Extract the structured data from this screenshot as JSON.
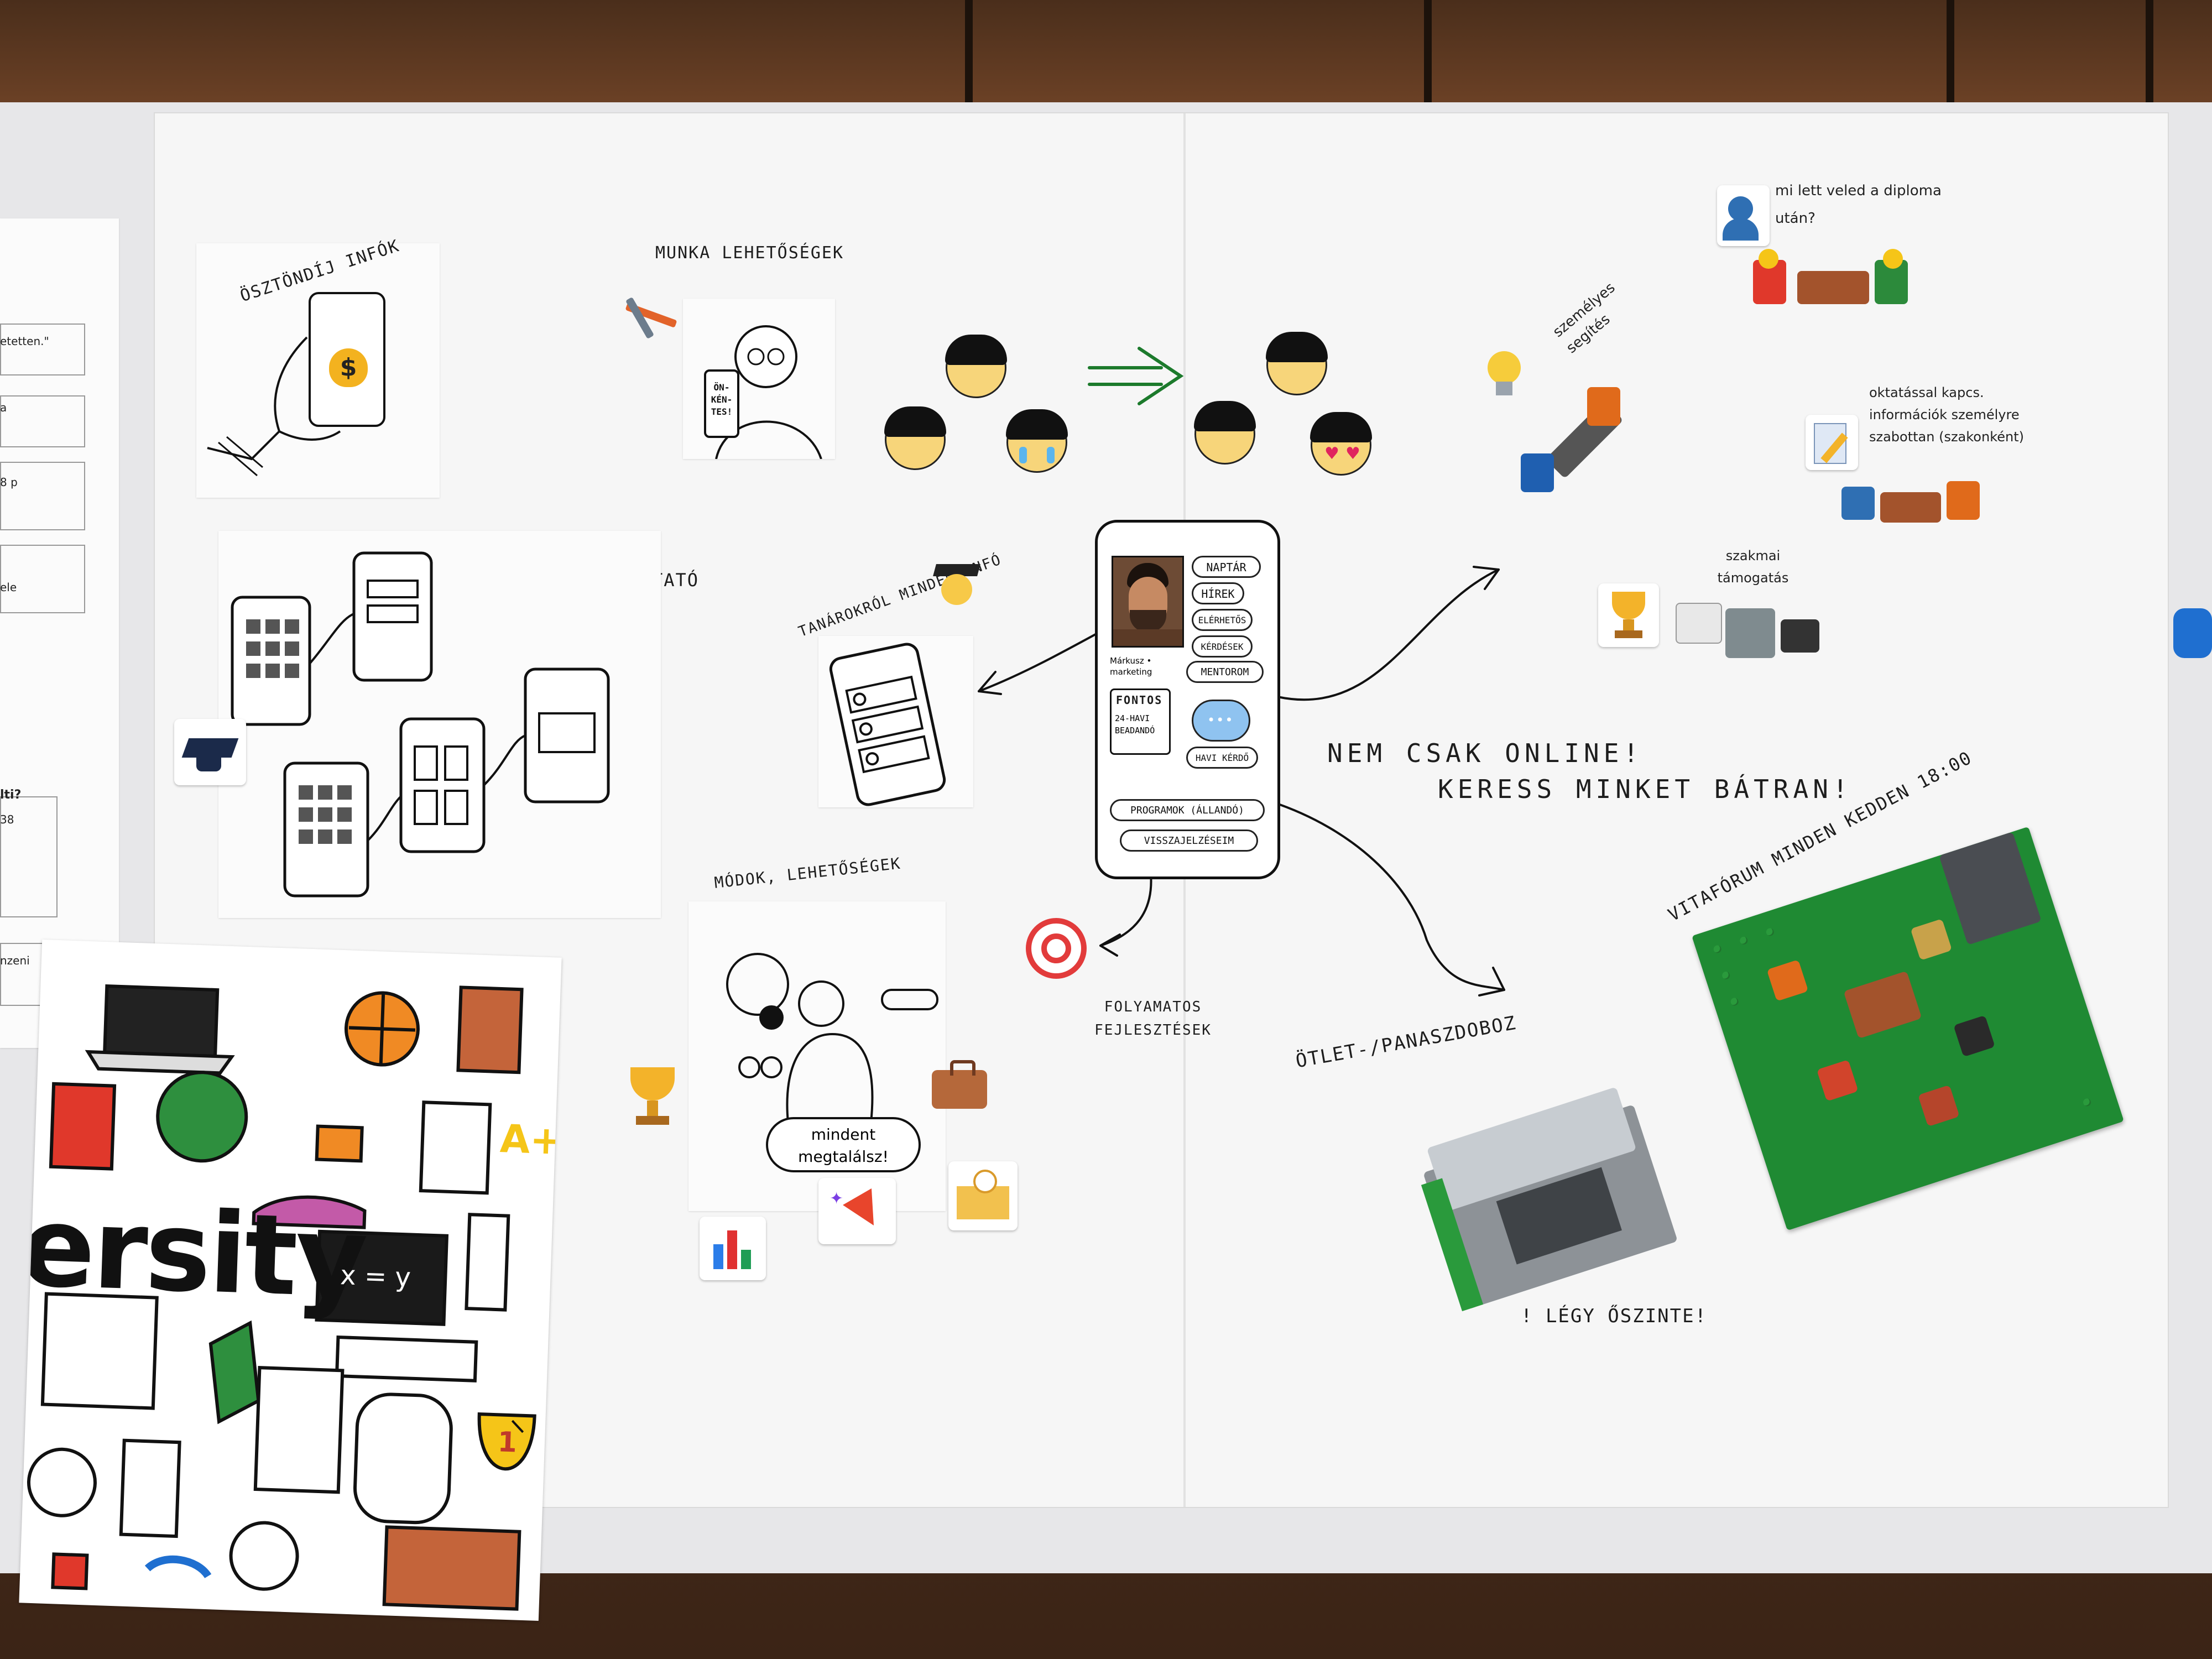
{
  "board": {
    "left_labels": {
      "osztondij": "ÖSZTÖNDÍJ INFÓK",
      "munka": "MUNKA LEHETŐSÉGEK",
      "hasznalati": "HASZNÁLATI ÚTMUTATÓ",
      "tanarokrol": "TANÁROKRÓL MINDEN INFÓ",
      "modok": "MÓDOK, LEHETŐSÉGEK",
      "folyamatos": "FOLYAMATOS FEJLESZTÉSEK",
      "sketch_phone_text": "ÖN-KÉN-TES!",
      "search_bubble": "mindent megtalálsz!"
    },
    "phone": {
      "buttons": {
        "naptar": "NAPTÁR",
        "hirek": "HÍREK",
        "elerhetos": "ELÉRHETŐS",
        "kerdesek": "KÉRDÉSEK",
        "mentorom": "MENTOROM",
        "havi_kerdo": "HAVI KÉRDŐ",
        "programok": "PROGRAMOK (ÁLLANDÓ)",
        "visszajelzeseim": "VISSZAJELZÉSEIM"
      },
      "notes": {
        "marketing": "Márkusz • marketing",
        "fontos": "FONTOS",
        "beadando": "24-HAVI BEADANDÓ"
      }
    },
    "center": {
      "line1": "NEM CSAK ONLINE!",
      "line2": "KERESS MINKET BÁTRAN!",
      "otlet": "ÖTLET-/PANASZDOBOZ",
      "legy": "! LÉGY ŐSZINTE!"
    },
    "right_labels": {
      "diploma": "mi lett veled a diploma után?",
      "szemelyes": "személyes segítés",
      "oktatassal": "oktatással kapcs. információk személyre szabottan (szakonként)",
      "szakmai": "szakmai támogatás",
      "vitaforum": "VITAFÓRUM MINDEN KEDDEN 18:00"
    },
    "poster_bottom": {
      "word": "ersity",
      "equation": "x = y",
      "grade": "A+",
      "trophy_number": "1"
    },
    "side_sheet_fragments": [
      "etetten.\"",
      "a",
      "8 p",
      "ele",
      "lti?",
      "38",
      "nzeni"
    ]
  }
}
